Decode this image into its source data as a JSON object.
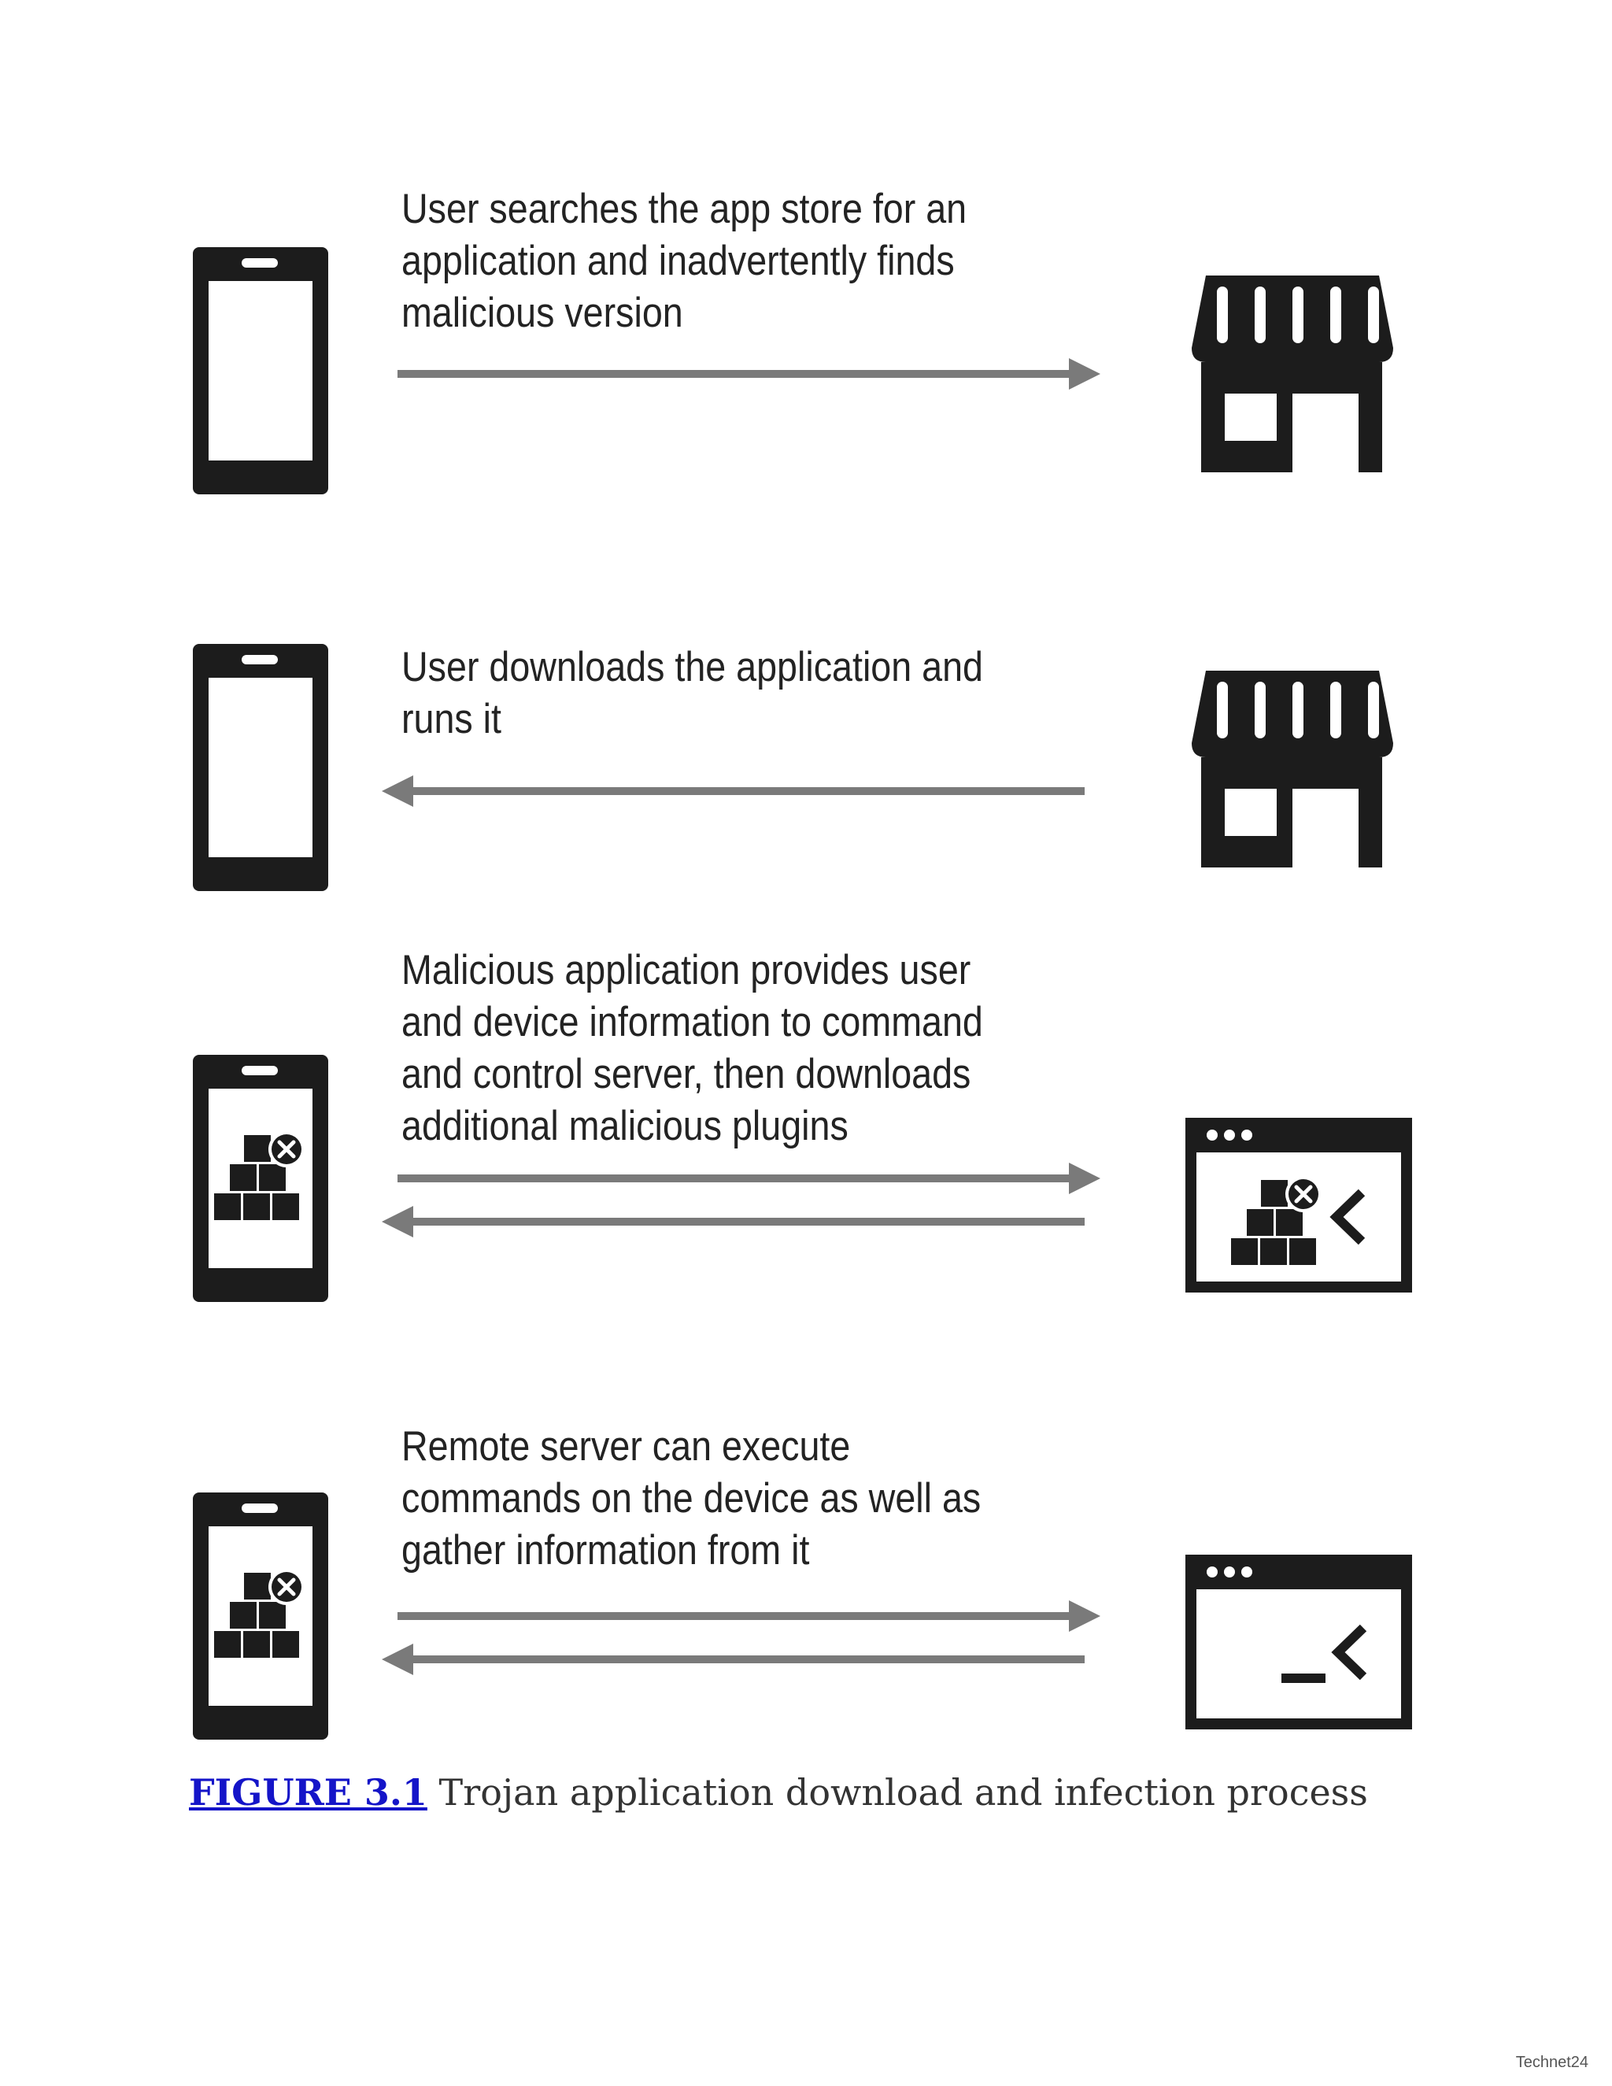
{
  "steps": [
    {
      "text": [
        "User searches the app store for an",
        "application and inadvertently finds",
        "malicious version"
      ]
    },
    {
      "text": [
        "User downloads the application and",
        "runs it"
      ]
    },
    {
      "text": [
        "Malicious application provides user",
        "and device information to command",
        "and control server, then downloads",
        "additional malicious plugins"
      ]
    },
    {
      "text": [
        "Remote server can execute",
        "commands on the device as well as",
        "gather information from it"
      ]
    }
  ],
  "caption": {
    "label": "FIGURE 3.1",
    "text": " Trojan application download and infection process"
  },
  "footer": "Technet24",
  "colors": {
    "icon": "#1c1c1c",
    "arrow": "#7a7a7a",
    "link": "#1414c8"
  }
}
